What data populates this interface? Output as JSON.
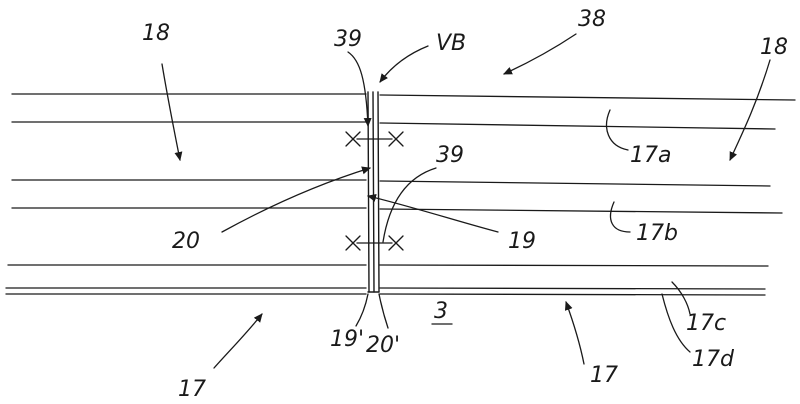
{
  "labels": {
    "l18_top": "18",
    "l39_top": "39",
    "vb": "VB",
    "l38": "38",
    "l18_right": "18",
    "l17a": "17a",
    "l39_mid": "39",
    "l20": "20",
    "l19": "19",
    "l17b": "17b",
    "l3": "3",
    "l19p": "19'",
    "l20p": "20'",
    "l17c": "17c",
    "l17d": "17d",
    "l17_left": "17",
    "l17_right": "17"
  }
}
